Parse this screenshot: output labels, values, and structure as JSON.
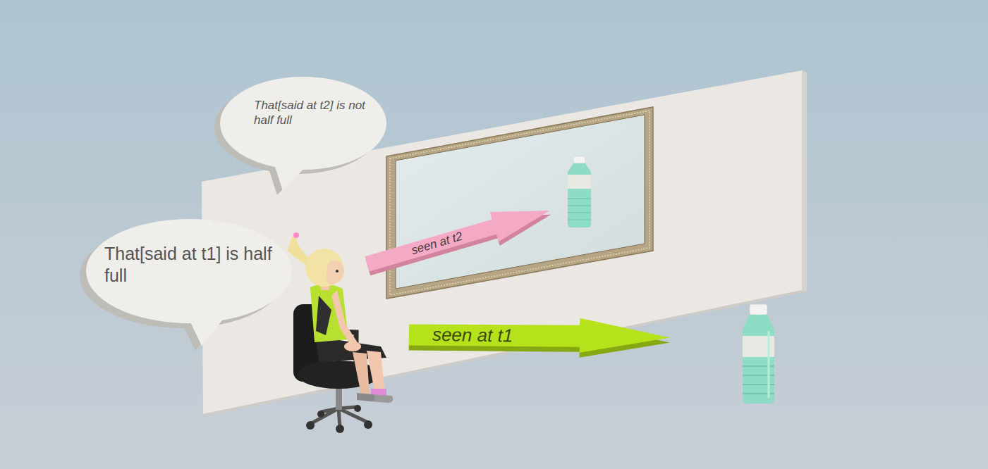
{
  "diagram": {
    "nodes": [
      {
        "text": [
          "That[said at t2] is not half full"
        ]
      },
      {
        "text": [
          "That[said at t1] is half full"
        ]
      },
      {
        "text": [
          "seen at t2"
        ]
      },
      {
        "text": [
          "seen at t1"
        ]
      }
    ]
  }
}
